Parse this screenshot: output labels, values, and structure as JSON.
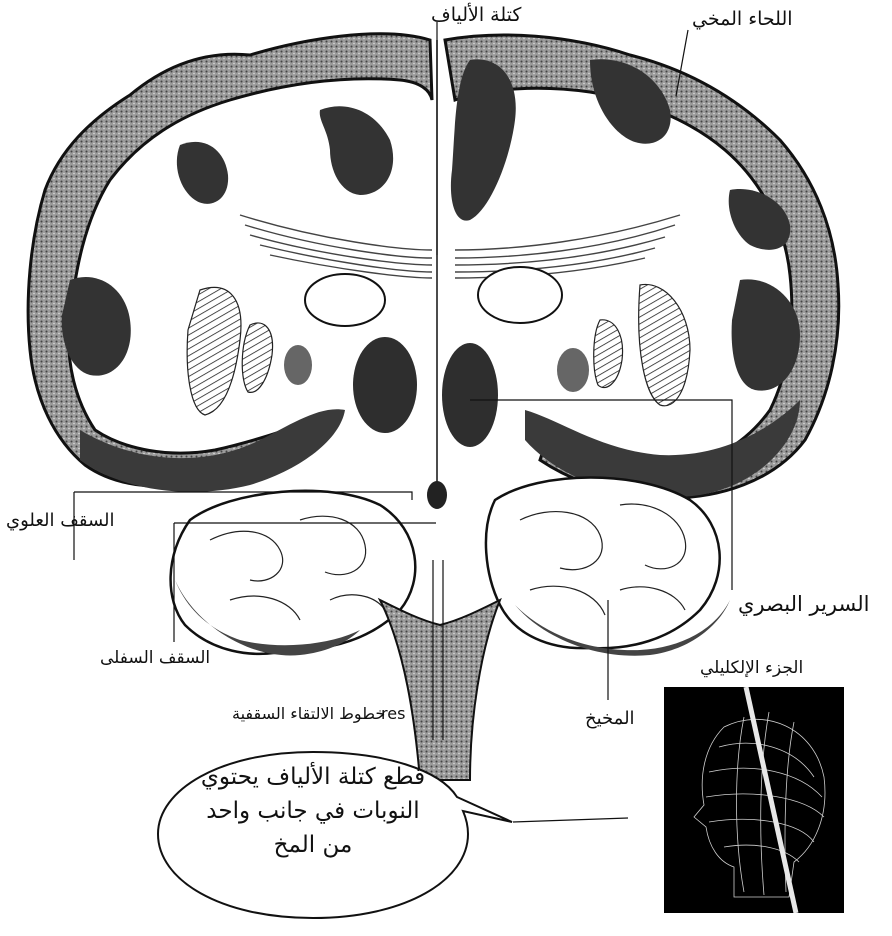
{
  "labels": {
    "fiber_mass": "كتلة الألياف",
    "cerebral_cortex": "اللحاء المخي",
    "superior_colliculus": "السقف العلوي",
    "inferior_colliculus": "السقف السفلى",
    "tectal_commissures": "خطوط الالتقاء السقفية",
    "tectal_commissures_prefix": "res",
    "optic_thalamus": "السرير البصري",
    "cerebellum": "المخيخ",
    "coronal_section": "الجزء الإلكليلي"
  },
  "callout": {
    "line1": "قطع كتلة الألياف يحتوي",
    "line2": "النوبات في جانب واحد",
    "line3": "من المخ"
  },
  "colors": {
    "ink": "#111111",
    "shade": "#3a3a3a",
    "inset_bg": "#000000",
    "inset_lines": "#cfcfcf"
  }
}
